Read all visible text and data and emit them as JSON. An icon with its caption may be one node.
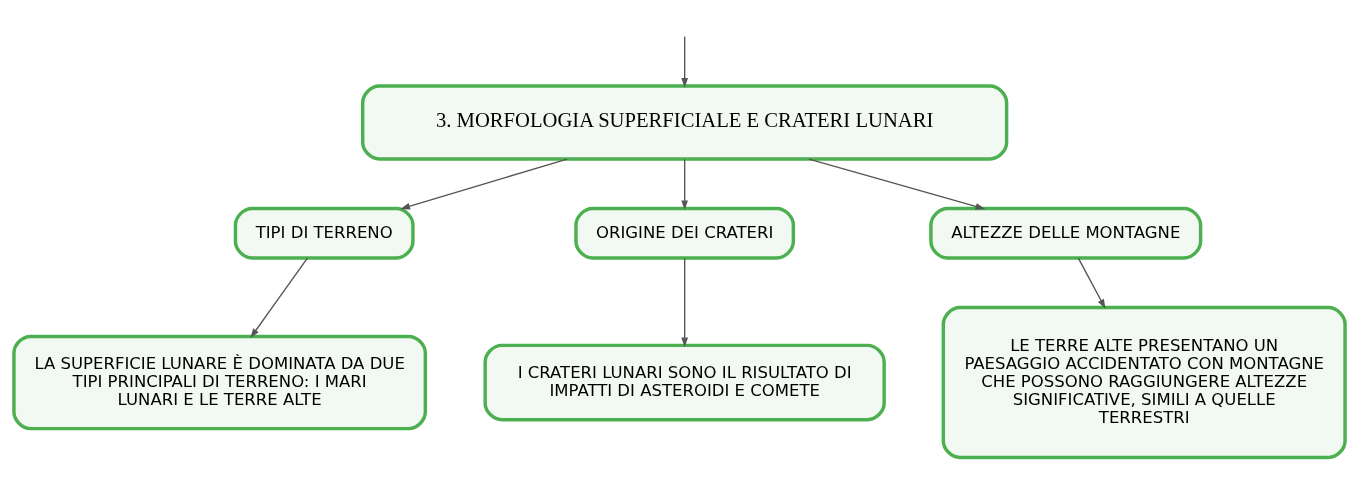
{
  "diagram": {
    "nodes": [
      {
        "text": [
          "3. MORFOLOGIA SUPERFICIALE E CRATERI LUNARI"
        ]
      },
      {
        "text": [
          "TIPI DI TERRENO"
        ]
      },
      {
        "text": [
          "ORIGINE DEI CRATERI"
        ]
      },
      {
        "text": [
          "ALTEZZE DELLE MONTAGNE"
        ]
      },
      {
        "text": [
          "LA SUPERFICIE LUNARE È DOMINATA DA DUE TIPI PRINCIPALI DI TERRENO: I MARI LUNARI E LE TERRE ALTE"
        ]
      },
      {
        "text": [
          "I CRATERI LUNARI SONO IL RISULTATO DI IMPATTI DI ASTEROIDI E COMETE"
        ]
      },
      {
        "text": [
          "LE TERRE ALTE PRESENTANO UN PAESAGGIO ACCIDENTATO CON MONTAGNE CHE POSSONO RAGGIUNGERE ALTEZZE SIGNIFICATIVE, SIMILI A QUELLE TERRESTRI"
        ]
      }
    ],
    "edges": [
      {
        "from": null,
        "to": 0,
        "arrow": "to"
      },
      {
        "from": 0,
        "to": 1,
        "arrow": "to"
      },
      {
        "from": 0,
        "to": 2,
        "arrow": "to"
      },
      {
        "from": 0,
        "to": 3,
        "arrow": "to"
      },
      {
        "from": 1,
        "to": 4,
        "arrow": "to"
      },
      {
        "from": 2,
        "to": 5,
        "arrow": "to"
      },
      {
        "from": 3,
        "to": 6,
        "arrow": "to"
      }
    ]
  }
}
